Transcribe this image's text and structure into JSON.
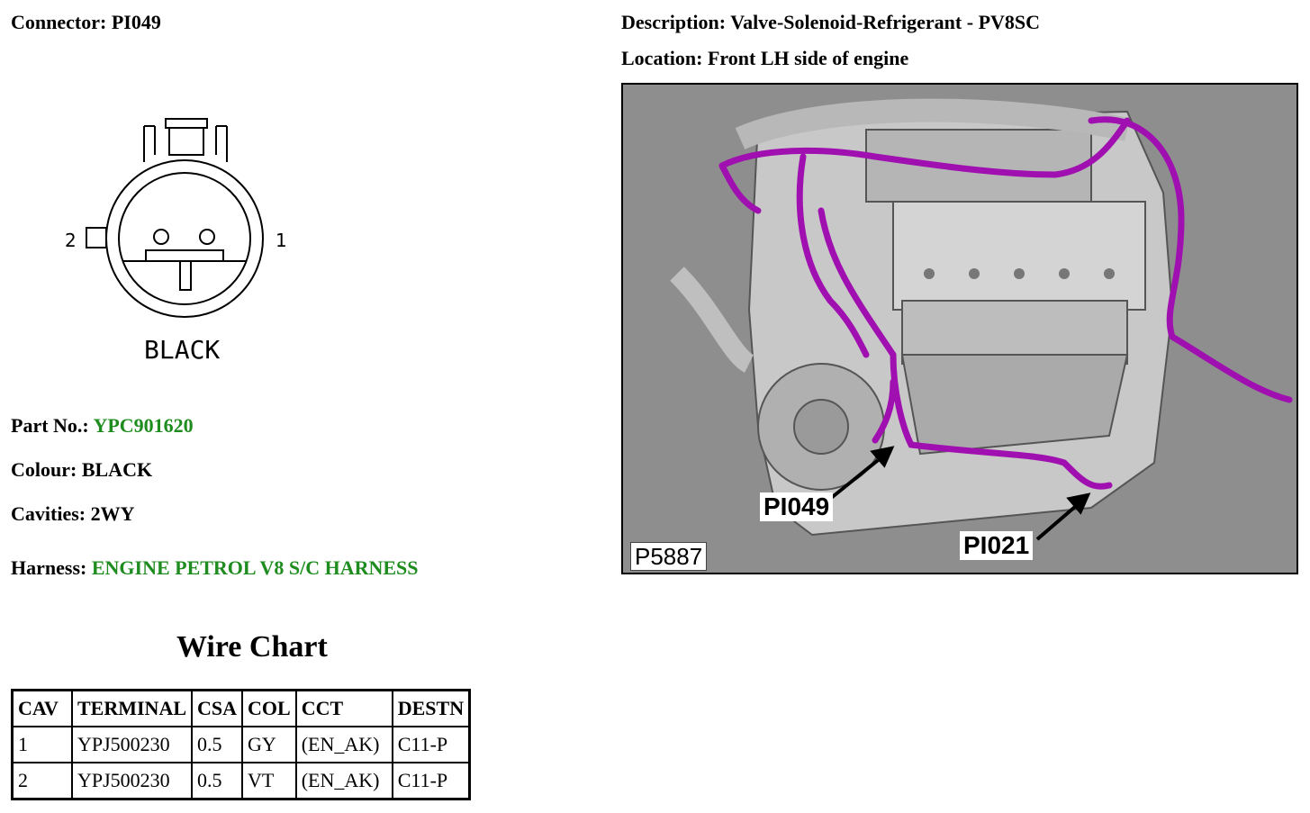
{
  "connector": {
    "label": "Connector:",
    "value": "PI049"
  },
  "description": {
    "label": "Description:",
    "value": "Valve-Solenoid-Refrigerant - PV8SC"
  },
  "location": {
    "label": "Location:",
    "value": "Front LH side of engine"
  },
  "diagram": {
    "pin_left": "2",
    "pin_right": "1",
    "colour_caption": "BLACK"
  },
  "part_no": {
    "label": "Part No.:",
    "value": "YPC901620"
  },
  "colour": {
    "label": "Colour:",
    "value": "BLACK"
  },
  "cavities": {
    "label": "Cavities:",
    "value": "2WY"
  },
  "harness": {
    "label": "Harness:",
    "value": "ENGINE PETROL V8 S/C HARNESS"
  },
  "wire_chart": {
    "title": "Wire Chart",
    "headers": [
      "CAV",
      "TERMINAL",
      "CSA",
      "COL",
      "CCT",
      "DESTN"
    ],
    "rows": [
      [
        "1",
        "YPJ500230",
        "0.5",
        "GY",
        "(EN_AK)",
        "C11-P"
      ],
      [
        "2",
        "YPJ500230",
        "0.5",
        "VT",
        "(EN_AK)",
        "C11-P"
      ]
    ]
  },
  "photo": {
    "callout_1": "PI049",
    "callout_2": "PI021",
    "plate": "P5887"
  },
  "colors": {
    "accent_green": "#1e8c1e",
    "harness_magenta": "#a010b0",
    "photo_bg": "#8e8e8e"
  }
}
